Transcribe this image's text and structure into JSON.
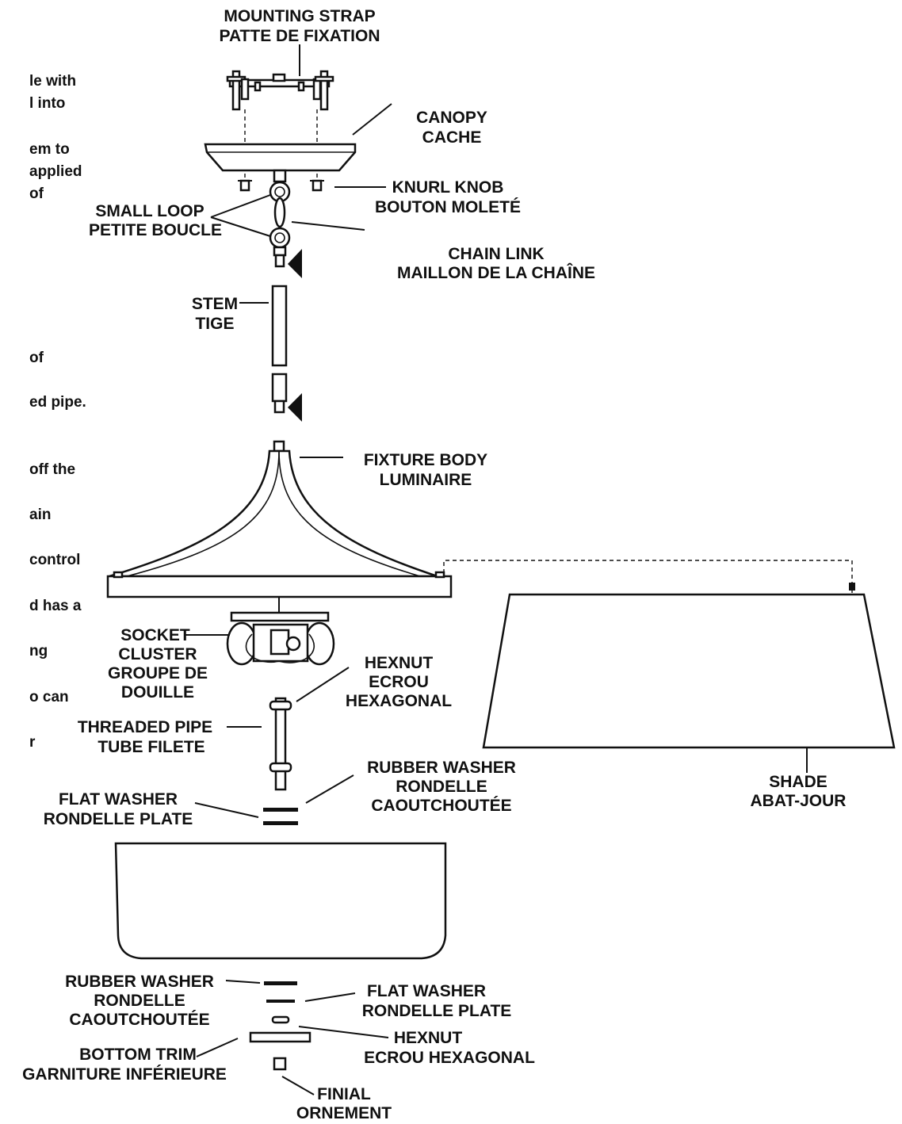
{
  "labels": {
    "mounting_strap": [
      "MOUNTING STRAP",
      "PATTE DE FIXATION"
    ],
    "canopy": [
      "CANOPY",
      "CACHE"
    ],
    "knurl_knob": [
      "KNURL KNOB",
      "BOUTON MOLETÉ"
    ],
    "small_loop": [
      "SMALL LOOP",
      "PETITE BOUCLE"
    ],
    "chain_link": [
      "CHAIN LINK",
      "MAILLON DE LA CHAÎNE"
    ],
    "stem": [
      "STEM",
      "TIGE"
    ],
    "fixture_body": [
      "FIXTURE BODY",
      "LUMINAIRE"
    ],
    "socket_cluster": [
      "SOCKET",
      "CLUSTER",
      "GROUPE DE",
      "DOUILLE"
    ],
    "hexnut_top": [
      "HEXNUT",
      "ECROU",
      "HEXAGONAL"
    ],
    "threaded_pipe": [
      "THREADED PIPE",
      "TUBE FILETE"
    ],
    "rubber_washer_top": [
      "RUBBER WASHER",
      "RONDELLE",
      "CAOUTCHOUTÉE"
    ],
    "flat_washer_top": [
      "FLAT WASHER",
      "RONDELLE PLATE"
    ],
    "shade": [
      "SHADE",
      "ABAT-JOUR"
    ],
    "rubber_washer_bottom": [
      "RUBBER WASHER",
      "RONDELLE",
      "CAOUTCHOUTÉE"
    ],
    "flat_washer_bottom": [
      "FLAT WASHER",
      "RONDELLE PLATE"
    ],
    "hexnut_bottom": [
      "HEXNUT",
      "ECROU HEXAGONAL"
    ],
    "bottom_trim": [
      "BOTTOM TRIM",
      "GARNITURE INFÉRIEURE"
    ],
    "finial": [
      "FINIAL",
      "ORNEMENT"
    ]
  },
  "cropped_text_fragments": [
    "le with",
    "l into",
    "em to",
    "applied",
    "of",
    "of",
    "ed pipe.",
    "off the",
    "ain",
    "control",
    "d has a",
    "ng",
    "o can",
    "r"
  ]
}
